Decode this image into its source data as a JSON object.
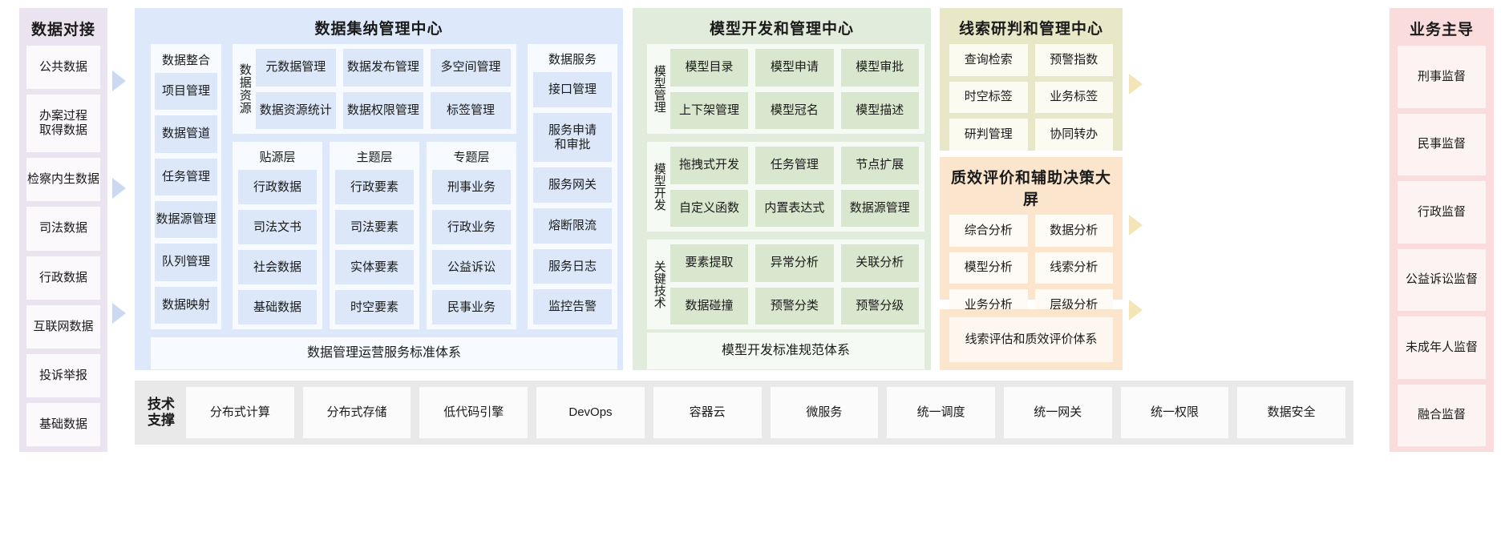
{
  "left": {
    "title": "数据对接",
    "items": [
      "公共数据",
      "办案过程\n取得数据",
      "检察内生数据",
      "司法数据",
      "行政数据",
      "互联网数据",
      "投诉举报",
      "基础数据"
    ]
  },
  "data_center": {
    "title": "数据集纳管理中心",
    "integration": {
      "label": "数据整合",
      "items": [
        "项目管理",
        "数据管道",
        "任务管理",
        "数据源管理",
        "队列管理",
        "数据映射"
      ]
    },
    "resource": {
      "label": "数据资源",
      "items": [
        "元数据管理",
        "数据发布管理",
        "多空间管理",
        "数据资源统计",
        "数据权限管理",
        "标签管理"
      ]
    },
    "layers": [
      {
        "label": "贴源层",
        "items": [
          "行政数据",
          "司法文书",
          "社会数据",
          "基础数据"
        ]
      },
      {
        "label": "主题层",
        "items": [
          "行政要素",
          "司法要素",
          "实体要素",
          "时空要素"
        ]
      },
      {
        "label": "专题层",
        "items": [
          "刑事业务",
          "行政业务",
          "公益诉讼",
          "民事业务"
        ]
      }
    ],
    "service": {
      "label": "数据服务",
      "items": [
        "接口管理",
        "服务申请\n和审批",
        "服务网关",
        "熔断限流",
        "服务日志",
        "监控告警"
      ]
    },
    "footer": "数据管理运营服务标准体系"
  },
  "model_center": {
    "title": "模型开发和管理中心",
    "groups": [
      {
        "label": "模型管理",
        "items": [
          "模型目录",
          "模型申请",
          "模型审批",
          "上下架管理",
          "模型冠名",
          "模型描述"
        ]
      },
      {
        "label": "模型开发",
        "items": [
          "拖拽式开发",
          "任务管理",
          "节点扩展",
          "自定义函数",
          "内置表达式",
          "数据源管理"
        ]
      },
      {
        "label": "关键技术",
        "items": [
          "要素提取",
          "异常分析",
          "关联分析",
          "数据碰撞",
          "预警分类",
          "预警分级"
        ]
      }
    ],
    "footer": "模型开发标准规范体系"
  },
  "clue_center": {
    "title": "线索研判和管理中心",
    "items": [
      "查询检索",
      "预警指数",
      "时空标签",
      "业务标签",
      "研判管理",
      "协同转办"
    ]
  },
  "quality_center": {
    "title": "质效评价和辅助决策大屏",
    "items": [
      "综合分析",
      "数据分析",
      "模型分析",
      "线索分析",
      "业务分析",
      "层级分析"
    ],
    "footer": "线索评估和质效评价体系"
  },
  "right": {
    "title": "业务主导",
    "items": [
      "刑事监督",
      "民事监督",
      "行政监督",
      "公益诉讼监督",
      "未成年人监督",
      "融合监督"
    ]
  },
  "tech_support": {
    "label": "技术\n支撑",
    "items": [
      "分布式计算",
      "分布式存储",
      "低代码引擎",
      "DevOps",
      "容器云",
      "微服务",
      "统一调度",
      "统一网关",
      "统一权限",
      "数据安全"
    ]
  },
  "colors": {
    "left_panel": "#ebe3f0",
    "data_center": "#dde8fa",
    "model_center": "#e2ecdc",
    "clue_center": "#e8e8c8",
    "quality_center": "#fbe6cd",
    "right_panel": "#fbdcdc",
    "tech_bar": "#e9e9e9",
    "arrow_blue": "#ccd9f0",
    "arrow_yellow": "#f2e6b8"
  }
}
